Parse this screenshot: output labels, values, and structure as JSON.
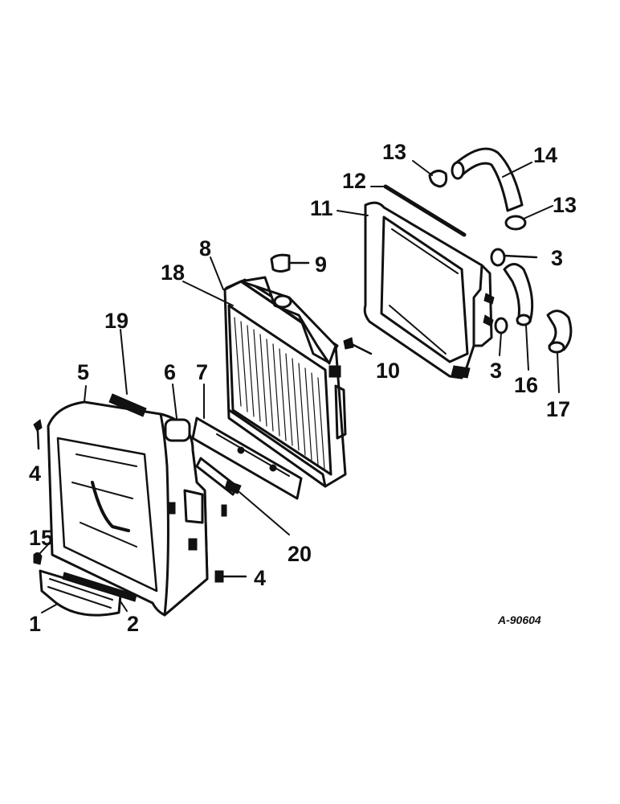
{
  "diagram": {
    "drawing_number": "A-90604",
    "callouts": [
      "1",
      "2",
      "3",
      "3",
      "4",
      "4",
      "5",
      "6",
      "7",
      "8",
      "9",
      "10",
      "11",
      "12",
      "13",
      "13",
      "14",
      "15",
      "16",
      "17",
      "18",
      "19",
      "20"
    ]
  },
  "colors": {
    "ink": "#111111",
    "paper": "#ffffff"
  }
}
